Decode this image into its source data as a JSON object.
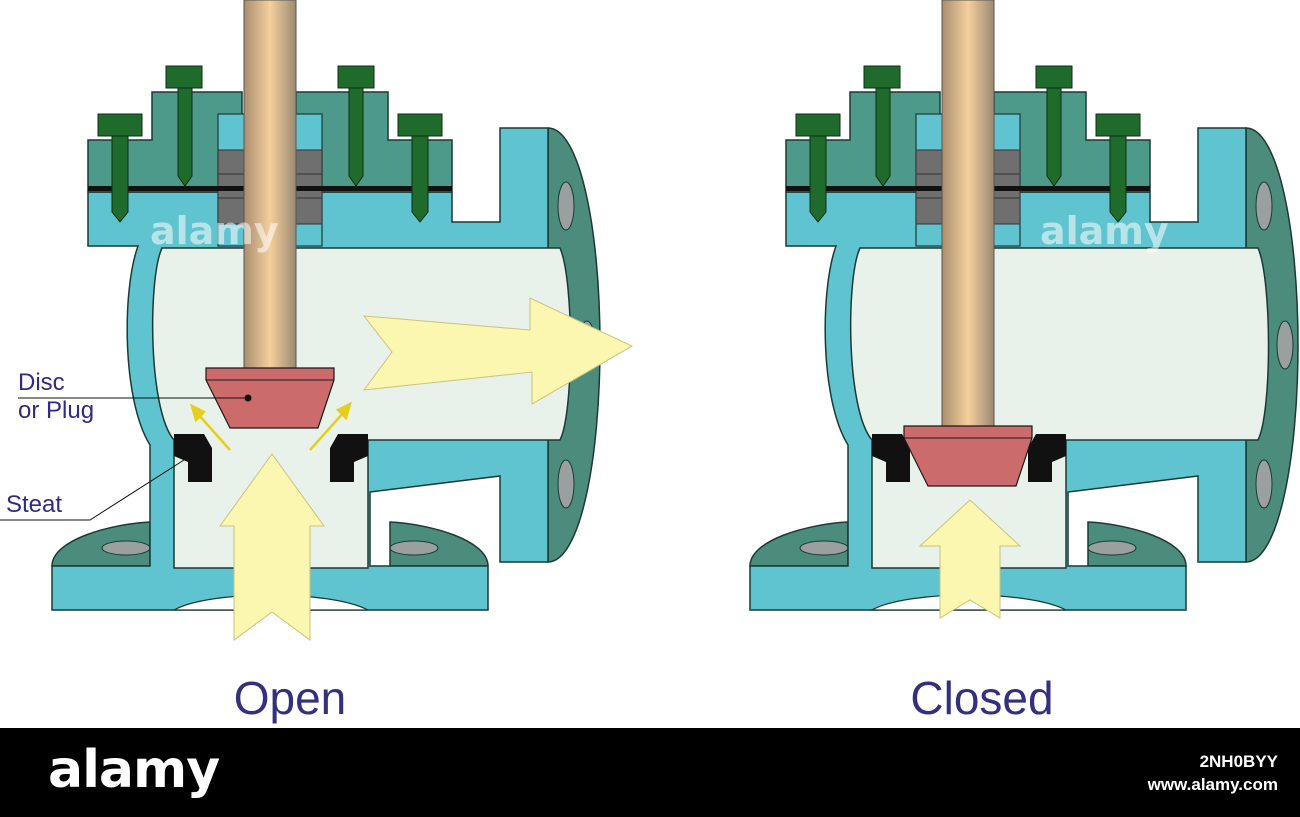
{
  "diagram": {
    "labels": {
      "disc": "Disc",
      "disc2": "or Plug",
      "seat": "Steat"
    },
    "states": {
      "open": "Open",
      "closed": "Closed"
    }
  },
  "colors": {
    "body": "#5fc4d0",
    "bonnet": "#4e9a8a",
    "chamber": "#e8f2ea",
    "flange": "#4c8c7d",
    "bolt": "#1e6b2c",
    "stem": "#c8a97e",
    "disc": "#cc6b6b",
    "seat": "#111111",
    "arrow": "#fbf6b0",
    "label": "#2e2a85"
  },
  "footer": {
    "brand": "alamy",
    "image_id": "2NH0BYY",
    "site": "www.alamy.com"
  }
}
